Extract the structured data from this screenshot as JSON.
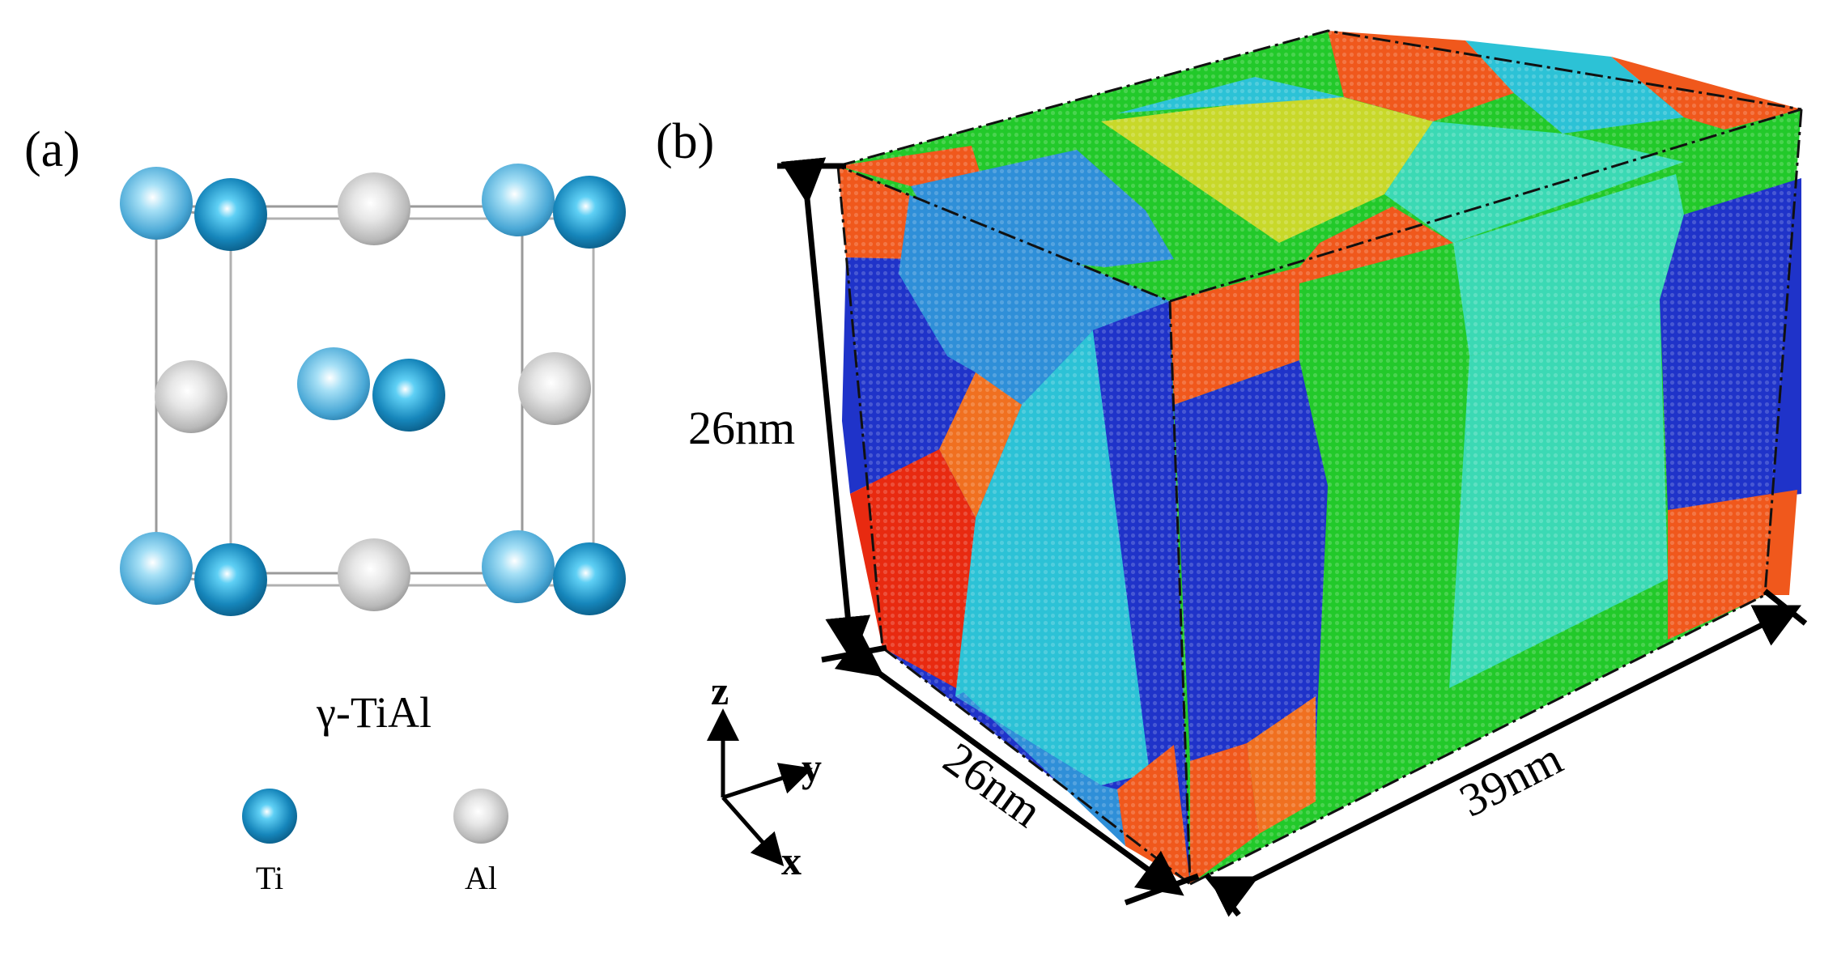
{
  "panel_a": {
    "label": "(a)",
    "structure_name": "γ-TiAl",
    "legend": [
      {
        "symbol": "ti-atom-icon",
        "label": "Ti",
        "color": "#1a8fc2"
      },
      {
        "symbol": "al-atom-icon",
        "label": "Al",
        "color": "#cfcfcf"
      }
    ]
  },
  "panel_b": {
    "label": "(b)",
    "dimensions": {
      "height": "26nm",
      "depth": "26nm",
      "width": "39nm"
    },
    "axes": {
      "z": "z",
      "y": "y",
      "x": "x"
    }
  },
  "colors": {
    "ti": "#1a8fc2",
    "ti_light": "#66c0e6",
    "al": "#cfcfcf",
    "grain_orange": "#f0581c",
    "grain_red": "#e82a10",
    "grain_blue": "#1f33c9",
    "grain_midblue": "#2f8fd8",
    "grain_cyan": "#2cc2d6",
    "grain_teal": "#3bd9b4",
    "grain_green": "#22c92a",
    "grain_yellow": "#c8d82a"
  }
}
